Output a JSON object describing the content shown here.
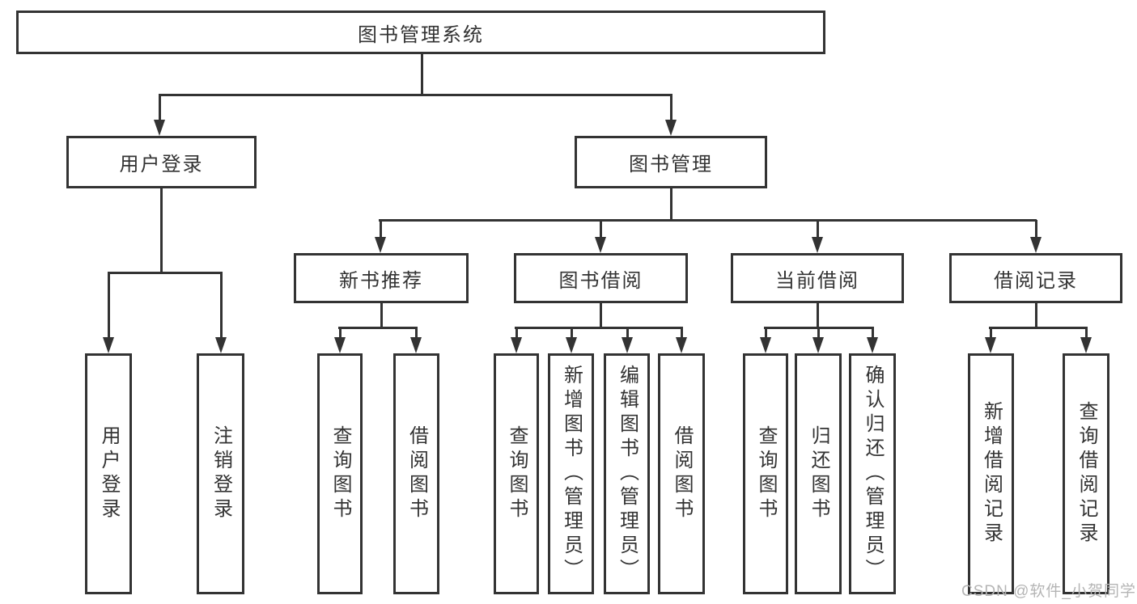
{
  "diagram": {
    "root": {
      "label": "图书管理系统"
    },
    "branches": [
      {
        "label": "用户登录",
        "children": [
          {
            "label": "用户登录"
          },
          {
            "label": "注销登录"
          }
        ]
      },
      {
        "label": "图书管理",
        "children": [
          {
            "label": "新书推荐",
            "children": [
              {
                "label": "查询图书"
              },
              {
                "label": "借阅图书"
              }
            ]
          },
          {
            "label": "图书借阅",
            "children": [
              {
                "label": "查询图书"
              },
              {
                "label": "新增图书（管理员）"
              },
              {
                "label": "编辑图书（管理员）"
              },
              {
                "label": "借阅图书"
              }
            ]
          },
          {
            "label": "当前借阅",
            "children": [
              {
                "label": "查询图书"
              },
              {
                "label": "归还图书"
              },
              {
                "label": "确认归还（管理员）"
              }
            ]
          },
          {
            "label": "借阅记录",
            "children": [
              {
                "label": "新增借阅记录"
              },
              {
                "label": "查询借阅记录"
              }
            ]
          }
        ]
      }
    ],
    "colors": {
      "line": "#333333",
      "text": "#333333",
      "background": "#ffffff",
      "watermark": "#b5b5b5"
    }
  },
  "watermark": {
    "text": "CSDN @软件_小贺同学"
  }
}
